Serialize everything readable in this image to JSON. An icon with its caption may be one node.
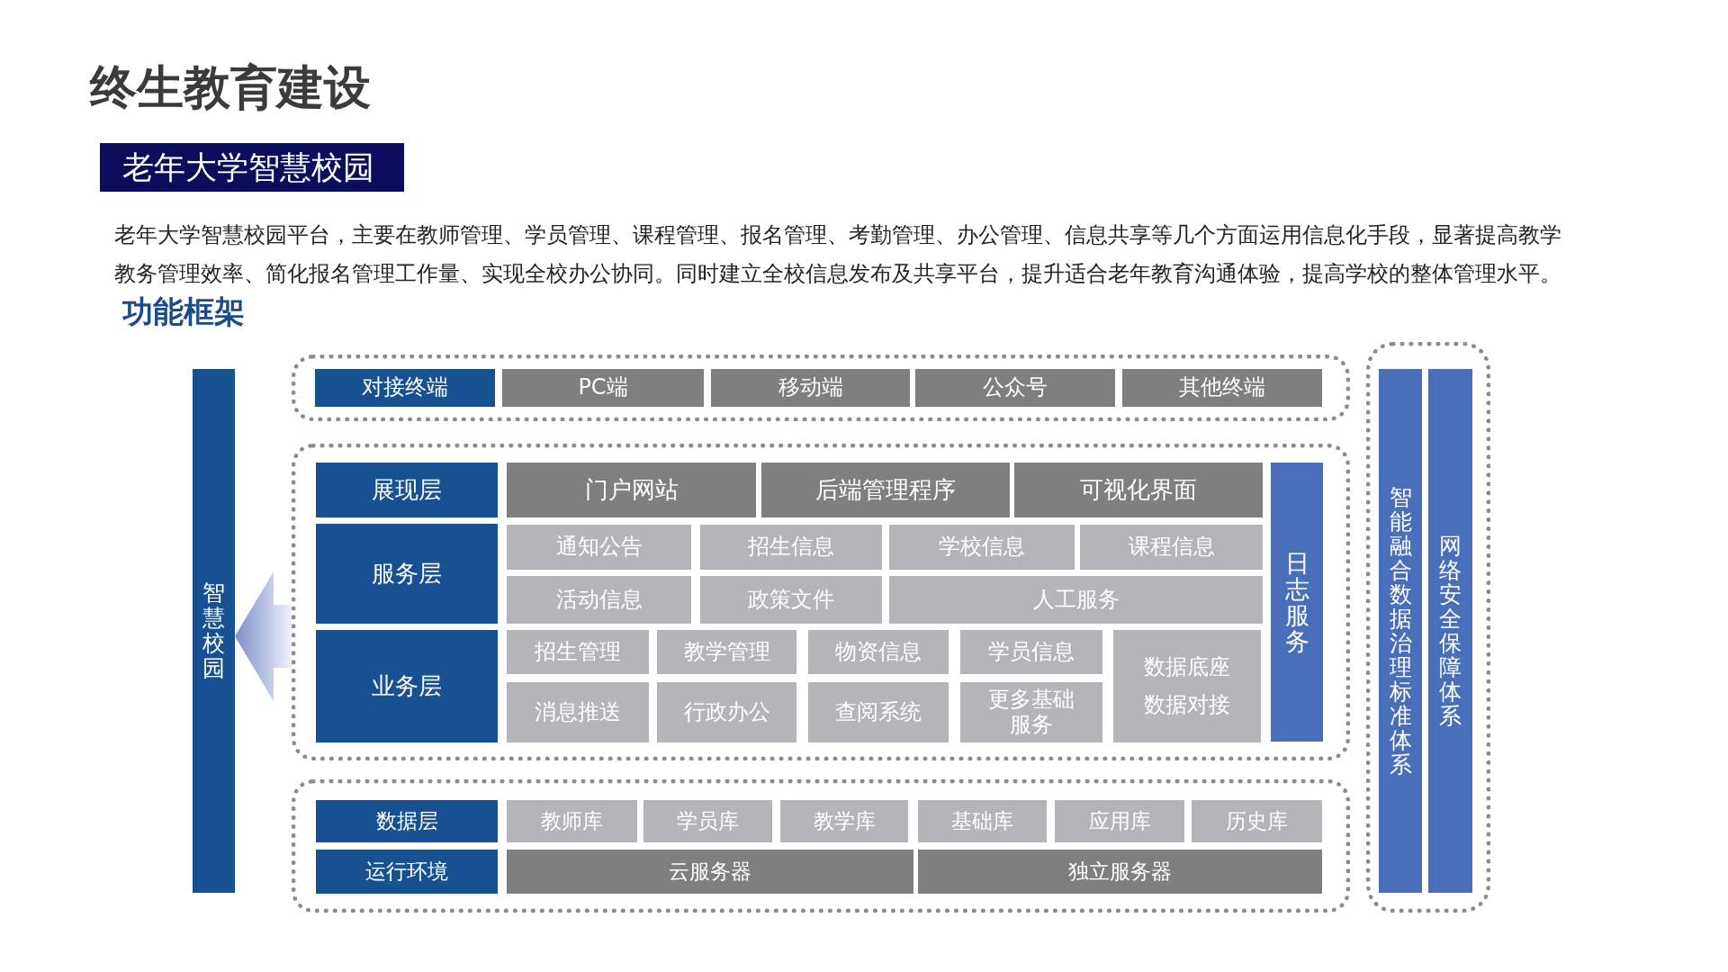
{
  "diagram": {
    "title": "终生教育建设",
    "nodes": [
      {
        "text": [
          "老年大学智慧校园"
        ]
      },
      {
        "text": [
          "智慧校园"
        ]
      },
      {
        "text": [],
        "shape": "box"
      },
      {
        "text": [
          "对接终端"
        ],
        "in": 2
      },
      {
        "text": [
          "PC端"
        ],
        "in": 2
      },
      {
        "text": [
          "移动端"
        ],
        "in": 2
      },
      {
        "text": [
          "公众号"
        ],
        "in": 2
      },
      {
        "text": [
          "其他终端"
        ],
        "in": 2
      },
      {
        "text": [],
        "shape": "box"
      },
      {
        "text": [
          "展现层"
        ],
        "in": 8
      },
      {
        "text": [
          "门户网站"
        ],
        "in": 8
      },
      {
        "text": [
          "后端管理程序"
        ],
        "in": 8
      },
      {
        "text": [
          "可视化界面"
        ],
        "in": 8
      },
      {
        "text": [
          "日志服务"
        ],
        "in": 8
      },
      {
        "text": [
          "服务层"
        ],
        "in": 8
      },
      {
        "text": [
          "通知公告"
        ],
        "in": 8
      },
      {
        "text": [
          "招生信息"
        ],
        "in": 8
      },
      {
        "text": [
          "学校信息"
        ],
        "in": 8
      },
      {
        "text": [
          "课程信息"
        ],
        "in": 8
      },
      {
        "text": [
          "活动信息"
        ],
        "in": 8
      },
      {
        "text": [
          "政策文件"
        ],
        "in": 8
      },
      {
        "text": [
          "人工服务"
        ],
        "in": 8
      },
      {
        "text": [
          "业务层"
        ],
        "in": 8
      },
      {
        "text": [
          "招生管理"
        ],
        "in": 8
      },
      {
        "text": [
          "教学管理"
        ],
        "in": 8
      },
      {
        "text": [
          "物资信息"
        ],
        "in": 8
      },
      {
        "text": [
          "学员信息"
        ],
        "in": 8
      },
      {
        "text": [
          "数据底座",
          "数据对接"
        ],
        "in": 8
      },
      {
        "text": [
          "消息推送"
        ],
        "in": 8
      },
      {
        "text": [
          "行政办公"
        ],
        "in": 8
      },
      {
        "text": [
          "查阅系统"
        ],
        "in": 8
      },
      {
        "text": [
          "更多基础服务"
        ],
        "in": 8
      },
      {
        "text": [],
        "shape": "box"
      },
      {
        "text": [
          "数据层"
        ],
        "in": 32
      },
      {
        "text": [
          "教师库"
        ],
        "in": 32
      },
      {
        "text": [
          "学员库"
        ],
        "in": 32
      },
      {
        "text": [
          "教学库"
        ],
        "in": 32
      },
      {
        "text": [
          "基础库"
        ],
        "in": 32
      },
      {
        "text": [
          "应用库"
        ],
        "in": 32
      },
      {
        "text": [
          "历史库"
        ],
        "in": 32
      },
      {
        "text": [
          "运行环境"
        ],
        "in": 32
      },
      {
        "text": [
          "云服务器"
        ],
        "in": 32
      },
      {
        "text": [
          "独立服务器"
        ],
        "in": 32
      },
      {
        "text": [],
        "shape": "box"
      },
      {
        "text": [
          "智能融合数据治理标准体系"
        ],
        "in": 43
      },
      {
        "text": [
          "网络安全保障体系"
        ],
        "in": 43
      }
    ],
    "edges": [
      {
        "from": 8,
        "to": 1,
        "arrow": "to",
        "style": "thick"
      }
    ],
    "labels": [
      "老年大学智慧校园平台，主要在教师管理、学员管理、课程管理、报名管理、考勤管理、办公管理、信息共享等几个方面运用信息化手段，显著提高教学教务管理效率、简化报名管理工作量、实现全校办公协同。同时建立全校信息发布及共享平台，提升适合老年教育沟通体验，提高学校的整体管理水平。",
      "功能框架"
    ]
  }
}
